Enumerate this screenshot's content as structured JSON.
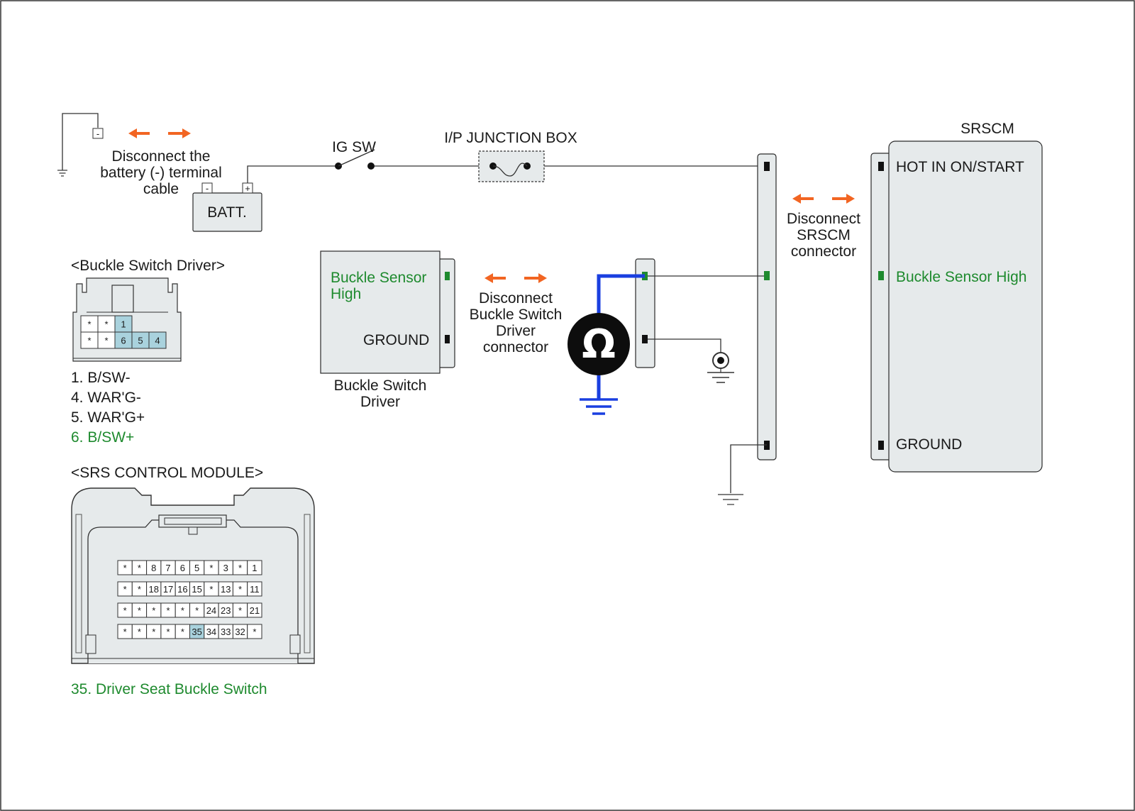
{
  "battery": {
    "label": "BATT.",
    "minus": "-",
    "plus": "+",
    "ground_term": "-",
    "instruction": [
      "Disconnect the",
      "battery (-) terminal",
      "cable"
    ]
  },
  "ig_switch": {
    "label": "IG SW"
  },
  "junction_box": {
    "label": "I/P JUNCTION BOX"
  },
  "srscm": {
    "title": "SRSCM",
    "pins": [
      "HOT IN ON/START",
      "Buckle Sensor High",
      "GROUND"
    ],
    "instruction": [
      "Disconnect",
      "SRSCM",
      "connector"
    ]
  },
  "buckle_switch_driver": {
    "pin_high": [
      "Buckle Sensor",
      "High"
    ],
    "pin_ground": "GROUND",
    "caption": [
      "Buckle Switch",
      "Driver"
    ],
    "instruction": [
      "Disconnect",
      "Buckle Switch",
      "Driver",
      "connector"
    ]
  },
  "ohmmeter": {
    "symbol": "Ω"
  },
  "buckle_connector": {
    "title": "<Buckle Switch Driver>",
    "row1": [
      "*",
      "*",
      "1"
    ],
    "row2": [
      "*",
      "*",
      "6",
      "5",
      "4"
    ],
    "legend": [
      "1. B/SW-",
      "4. WAR'G-",
      "5. WAR'G+",
      "6. B/SW+"
    ]
  },
  "srs_module_connector": {
    "title": "<SRS CONTROL MODULE>",
    "rows": [
      [
        "*",
        "*",
        "8",
        "7",
        "6",
        "5",
        "*",
        "3",
        "*",
        "1"
      ],
      [
        "*",
        "*",
        "18",
        "17",
        "16",
        "15",
        "*",
        "13",
        "*",
        "11"
      ],
      [
        "*",
        "*",
        "*",
        "*",
        "*",
        "*",
        "24",
        "23",
        "*",
        "21"
      ],
      [
        "*",
        "*",
        "*",
        "*",
        "*",
        "35",
        "34",
        "33",
        "32",
        "*"
      ]
    ],
    "legend": "35. Driver Seat Buckle Switch"
  },
  "colors": {
    "accent_orange": "#f26522",
    "highlight_green": "#1e8a2e",
    "measure_blue": "#1a3fe0",
    "pin_highlight": "#a9d2dd"
  }
}
